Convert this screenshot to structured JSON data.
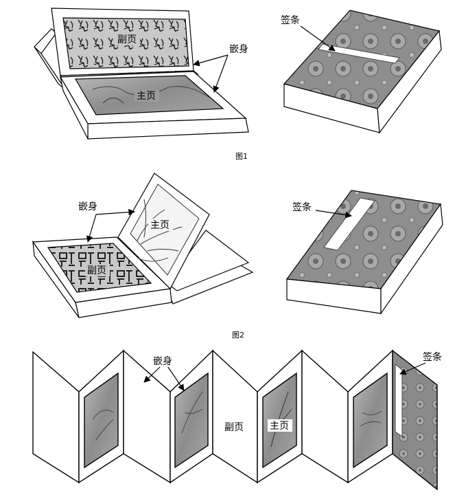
{
  "labels": {
    "fuye": "副页",
    "qianshen": "嵌身",
    "zhuye": "主页",
    "qiantiao": "签条"
  },
  "captions": {
    "fig1": "图1",
    "fig2": "图2"
  },
  "colors": {
    "line": "#000000",
    "paper": "#ffffff",
    "brocade": "#8e8e8e",
    "calligraphy_bg": "#c8c8c8",
    "painting_bg": "#9a9a9a"
  },
  "icons": {
    "arrow": "arrow-pointer-icon"
  }
}
